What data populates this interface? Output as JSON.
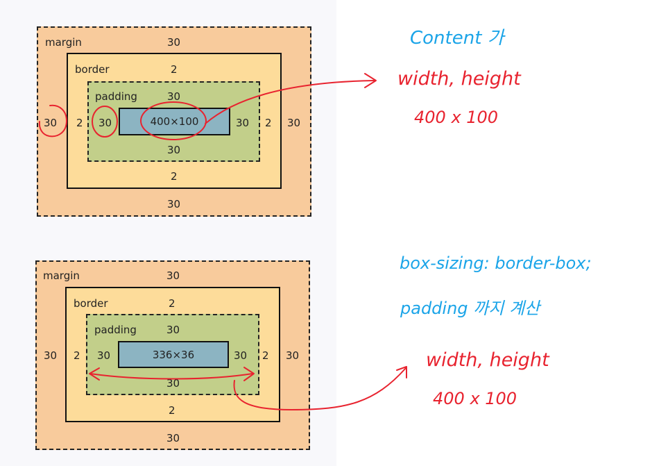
{
  "top_diagram": {
    "margin_label": "margin",
    "margin_top": "30",
    "margin_bottom": "30",
    "margin_left": "30",
    "margin_right": "30",
    "border_label": "border",
    "border_top": "2",
    "border_bottom": "2",
    "border_left": "2",
    "border_right": "2",
    "padding_label": "padding",
    "padding_top": "30",
    "padding_bottom": "30",
    "padding_left": "30",
    "padding_right": "30",
    "content_size": "400×100"
  },
  "bottom_diagram": {
    "margin_label": "margin",
    "margin_top": "30",
    "margin_bottom": "30",
    "margin_left": "30",
    "margin_right": "30",
    "border_label": "border",
    "border_top": "2",
    "border_bottom": "2",
    "border_left": "2",
    "border_right": "2",
    "padding_label": "padding",
    "padding_top": "30",
    "padding_bottom": "30",
    "padding_left": "30",
    "padding_right": "30",
    "content_size": "336×36"
  },
  "notes": {
    "top_line1": "Content 가",
    "top_line2": "width, height",
    "top_line3": "400 x 100",
    "bottom_line1": "box-sizing: border-box;",
    "bottom_line2": "padding 까지 계산",
    "bottom_line3": "width, height",
    "bottom_line4": "400 x 100"
  },
  "colors": {
    "margin": "#f8cb9c",
    "border": "#fddc9a",
    "padding": "#c2cf8a",
    "content": "#8cb4c2",
    "annotation_blue": "#1aa4e8",
    "annotation_red": "#e8232f"
  }
}
